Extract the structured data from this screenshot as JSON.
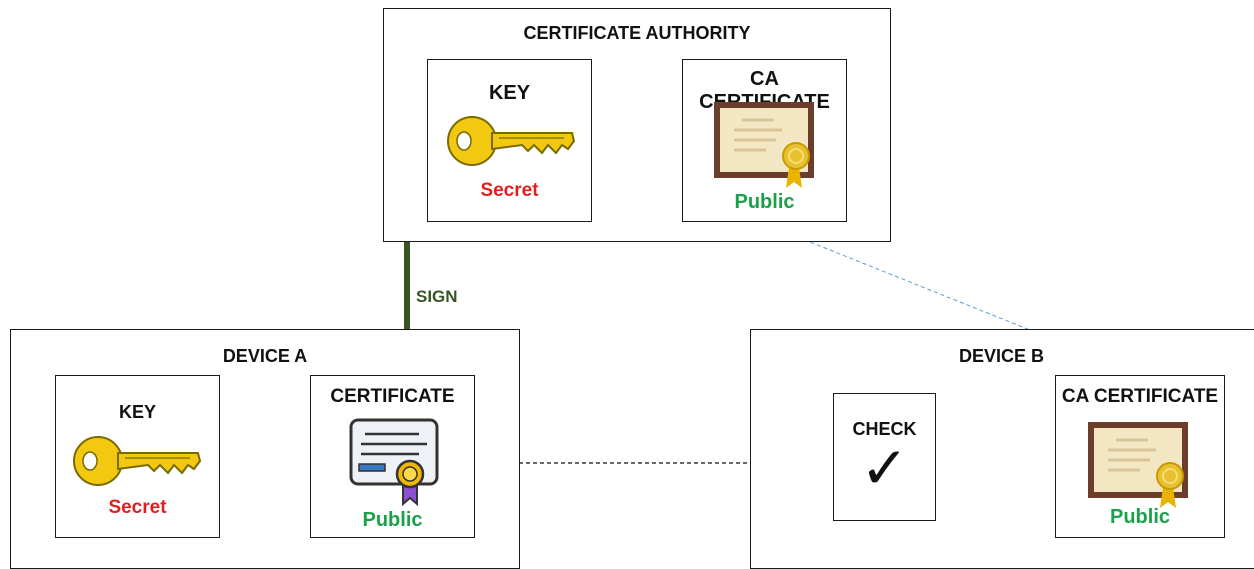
{
  "ca": {
    "title": "CERTIFICATE AUTHORITY",
    "key_title": "KEY",
    "key_visibility": "Secret",
    "cert_title": "CA CERTIFICATE",
    "cert_visibility": "Public"
  },
  "sign_label": "SIGN",
  "device_a": {
    "title": "DEVICE A",
    "key_title": "KEY",
    "key_visibility": "Secret",
    "cert_title": "CERTIFICATE",
    "cert_visibility": "Public"
  },
  "device_b": {
    "title": "DEVICE B",
    "check_title": "CHECK",
    "check_mark": "✓",
    "cert_title": "CA CERTIFICATE",
    "cert_visibility": "Public"
  },
  "colors": {
    "key_gold": "#f2c811",
    "cert_frame": "#6b3d2a",
    "cert_paper": "#f3e7c3",
    "link_blue": "#5b9bd5",
    "sign_green": "#375623",
    "secret_red": "#e02020",
    "public_green": "#1aa14a"
  },
  "icons": [
    "key-icon",
    "certificate-icon",
    "ca-certificate-icon",
    "checkmark-icon"
  ]
}
